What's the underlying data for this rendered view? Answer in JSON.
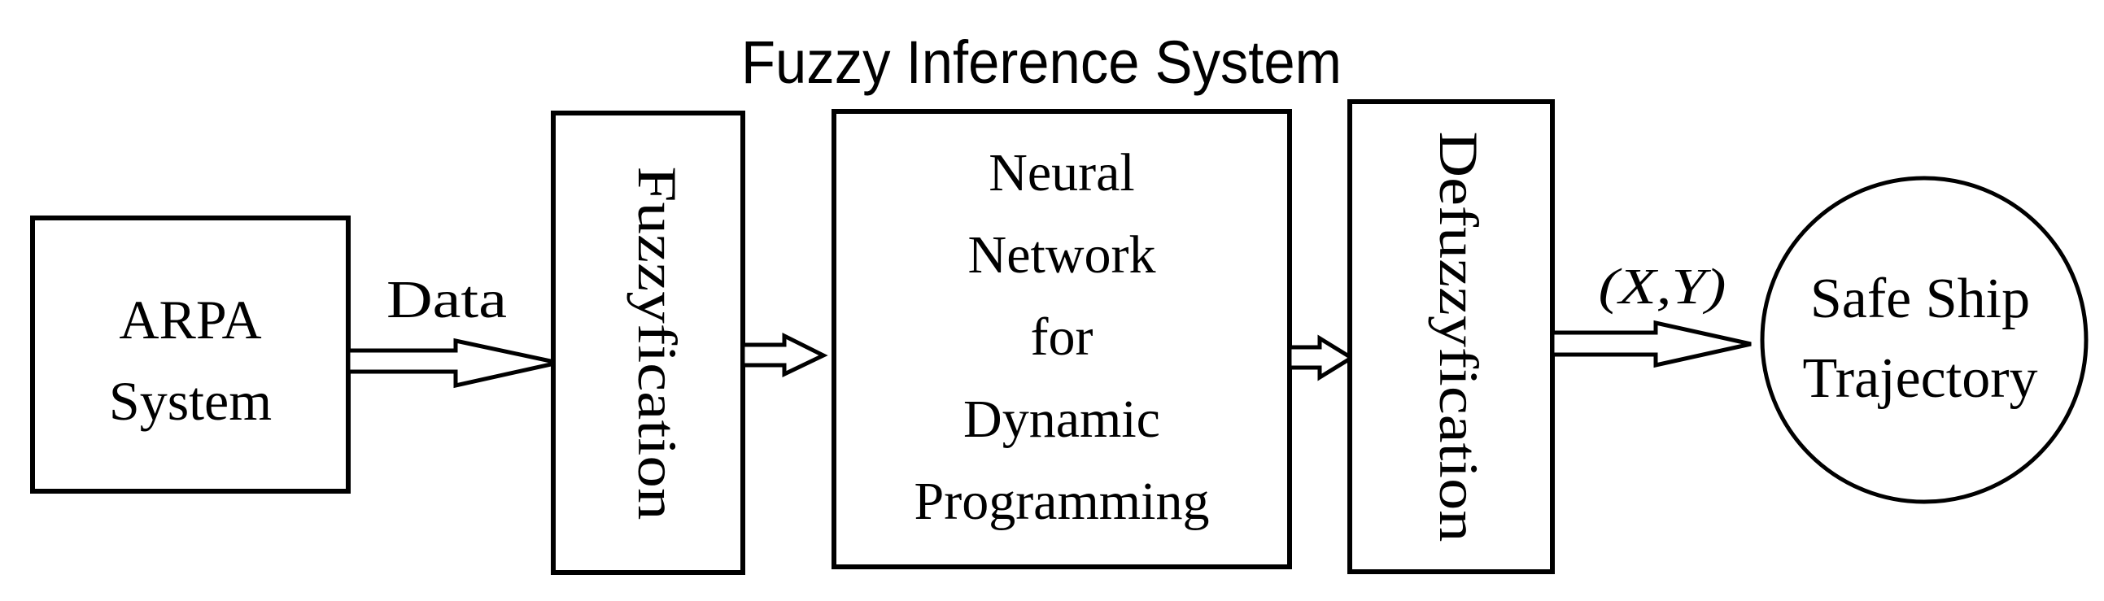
{
  "diagram": {
    "title": "Fuzzy Inference System",
    "colors": {
      "stroke": "#000000",
      "background": "#ffffff"
    },
    "nodes": {
      "arpa_system": {
        "shape": "rectangle",
        "lines": [
          "ARPA",
          "System"
        ]
      },
      "fuzzyfication": {
        "shape": "rectangle",
        "orientation": "vertical",
        "label": "Fuzzyfication"
      },
      "neural_network": {
        "shape": "rectangle",
        "lines": [
          "Neural",
          "Network",
          "for",
          "Dynamic",
          "Programming"
        ]
      },
      "defuzzyfication": {
        "shape": "rectangle",
        "orientation": "vertical",
        "label": "Defuzzyfication"
      },
      "safe_ship_trajectory": {
        "shape": "circle",
        "lines": [
          "Safe Ship",
          "Trajectory"
        ]
      }
    },
    "edges": {
      "arpa_to_fuzzyfication_label": "Data",
      "defuzzyfication_to_trajectory_label": "(X,Y)"
    }
  }
}
